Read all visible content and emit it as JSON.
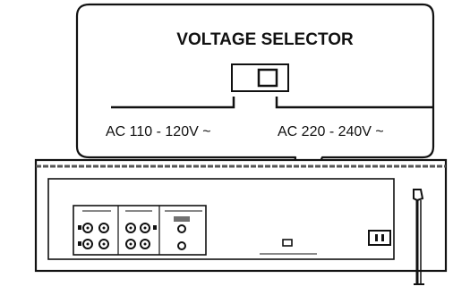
{
  "callout": {
    "title": "VOLTAGE SELECTOR",
    "left_label": "AC 110 - 120V ~",
    "right_label": "AC 220 - 240V ~"
  },
  "colors": {
    "ink": "#111111",
    "background": "#ffffff",
    "panel_shade": "#555555"
  }
}
